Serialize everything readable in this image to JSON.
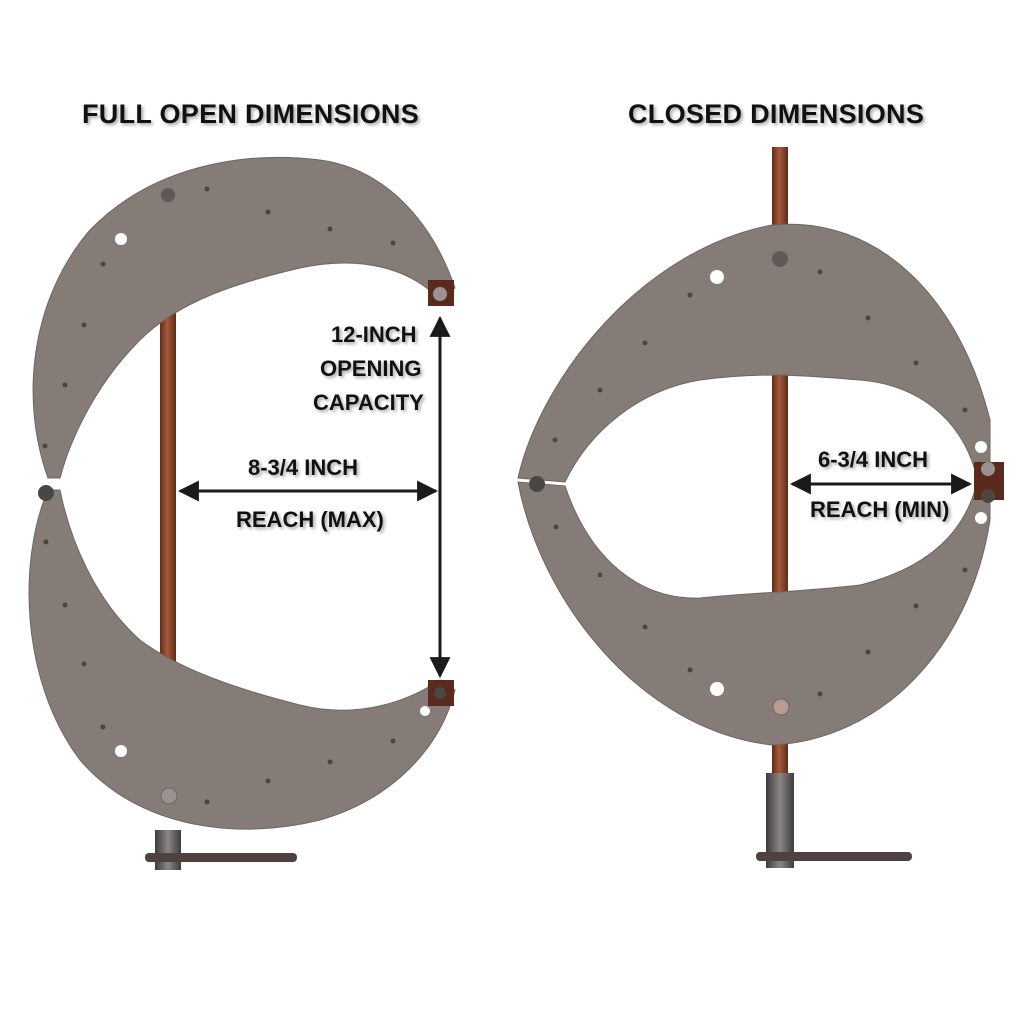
{
  "colors": {
    "plate": "#857c78",
    "plate_edge": "#6e6662",
    "rod": "#8a4a30",
    "rod_dark": "#5e2c1a",
    "steel": "#5a5654",
    "arrow": "#1a1a1a",
    "background": "#ffffff"
  },
  "open_view": {
    "title": "FULL OPEN DIMENSIONS",
    "capacity": {
      "line1": "12-INCH",
      "line2": "OPENING",
      "line3": "CAPACITY"
    },
    "reach": {
      "value": "8-3/4 INCH",
      "label": "REACH (MAX)"
    }
  },
  "closed_view": {
    "title": "CLOSED DIMENSIONS",
    "reach": {
      "value": "6-3/4 INCH",
      "label": "REACH (MIN)"
    }
  }
}
